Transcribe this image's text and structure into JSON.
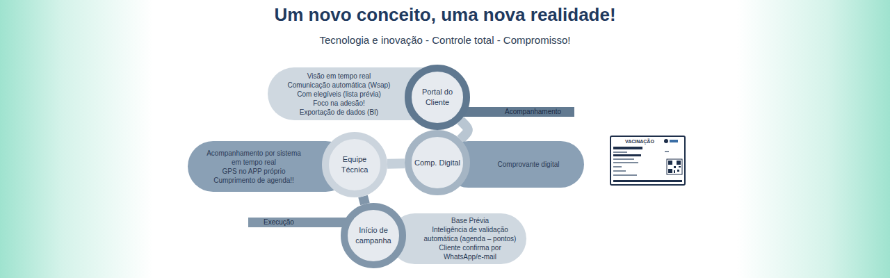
{
  "diagram": {
    "title": "Um novo conceito, uma nova realidade!",
    "nodes": [
      {
        "text": [
          "Visão em tempo real",
          "Comunicação automática (Wsap)",
          "Com elegíveis (lista prévia)",
          "Foco na adesão!",
          "Exportação de dados (BI)"
        ]
      },
      {
        "text": [
          "Portal do Cliente"
        ]
      },
      {
        "text": [
          "Acompanhamento"
        ]
      },
      {
        "text": [
          "Acompanhamento por sistema em tempo real",
          "GPS no APP próprio",
          "Cumprimento de agenda!!"
        ]
      },
      {
        "text": [
          "Equipe Técnica"
        ]
      },
      {
        "text": [
          "Comp. Digital"
        ]
      },
      {
        "text": [
          "Comprovante digital"
        ]
      },
      {
        "text": [
          "Execução"
        ]
      },
      {
        "text": [
          "Início de campanha"
        ]
      },
      {
        "text": [
          "Base Prévia",
          "Inteligência de validação automática (agenda – pontos)",
          "Cliente confirma por WhatsApp/e-mail"
        ]
      }
    ],
    "edges": [
      {
        "from": 1,
        "to": 5,
        "arrow": "none"
      },
      {
        "from": 5,
        "to": 4,
        "arrow": "none"
      },
      {
        "from": 4,
        "to": 8,
        "arrow": "none"
      }
    ],
    "labels": [
      "Tecnologia e inovação - Controle total - Compromisso!",
      "VACINAÇÃO"
    ]
  }
}
